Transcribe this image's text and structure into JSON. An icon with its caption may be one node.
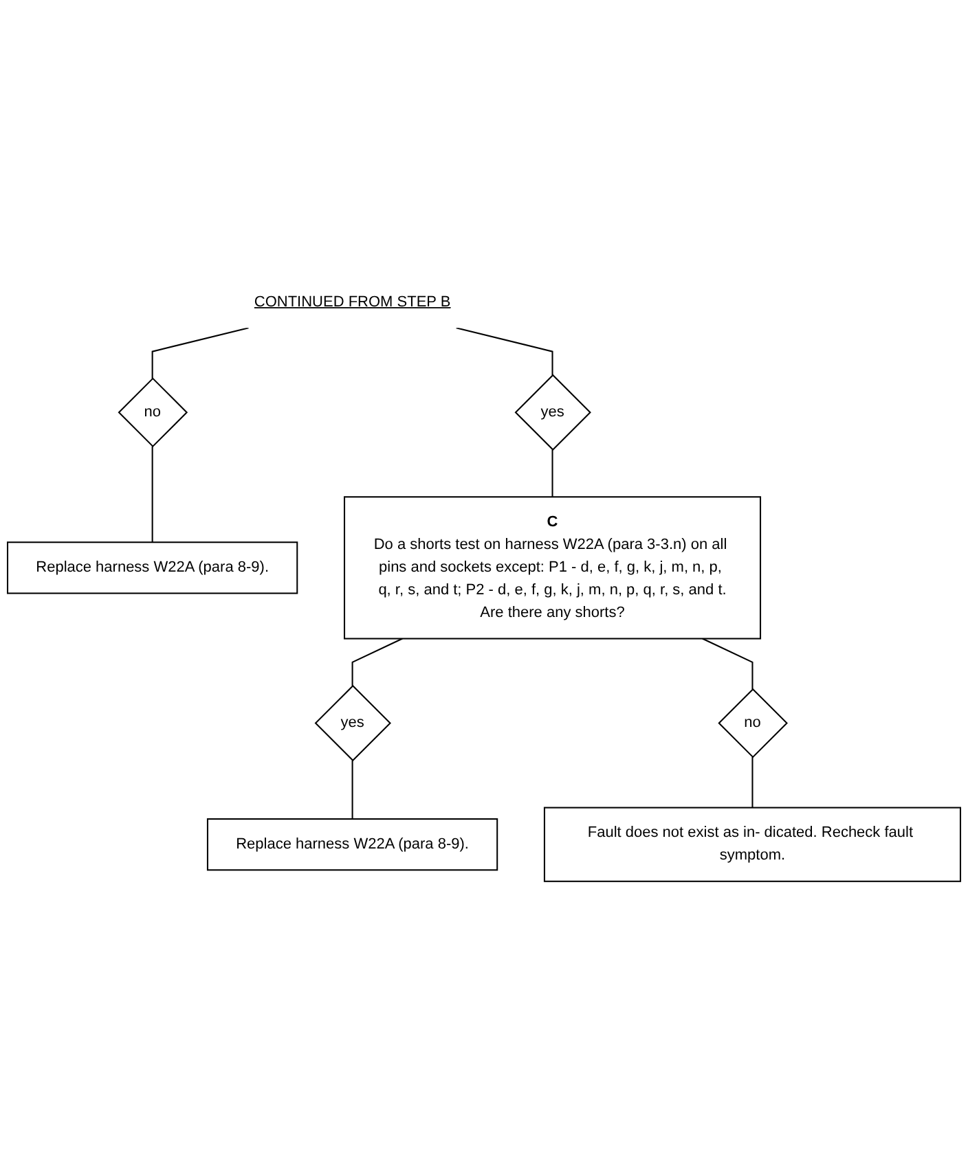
{
  "diagram": {
    "nodes": [
      {
        "text": [
          "CONTINUED FROM STEP B"
        ]
      },
      {
        "text": [
          "yes"
        ]
      },
      {
        "text": [
          "no"
        ]
      },
      {
        "text": [
          "Replace harness W22A (para 8-9)."
        ]
      },
      {
        "text": [
          "C",
          "Do a shorts test on harness W22A (para 3-3.n) on all pins and sockets except: P1 - d, e, f, g, k, j, m, n, p, q, r, s, and t; P2 - d, e, f, g, k, j, m, n, p, q, r, s, and t.",
          "Are there any shorts?"
        ]
      },
      {
        "text": [
          "yes"
        ]
      },
      {
        "text": [
          "no"
        ]
      },
      {
        "text": [
          "Replace harness W22A (para 8-9)."
        ]
      },
      {
        "text": [
          "Fault does not exist as in- dicated. Recheck fault symptom."
        ]
      }
    ],
    "edges": [
      {
        "from": 0,
        "to": 1,
        "arrow": "none"
      },
      {
        "from": 0,
        "to": 2,
        "arrow": "none"
      },
      {
        "from": 1,
        "to": 4,
        "arrow": "none"
      },
      {
        "from": 2,
        "to": 3,
        "arrow": "none"
      },
      {
        "from": 4,
        "to": 5,
        "arrow": "none"
      },
      {
        "from": 4,
        "to": 6,
        "arrow": "none"
      },
      {
        "from": 5,
        "to": 7,
        "arrow": "none"
      },
      {
        "from": 6,
        "to": 8,
        "arrow": "none"
      }
    ]
  }
}
